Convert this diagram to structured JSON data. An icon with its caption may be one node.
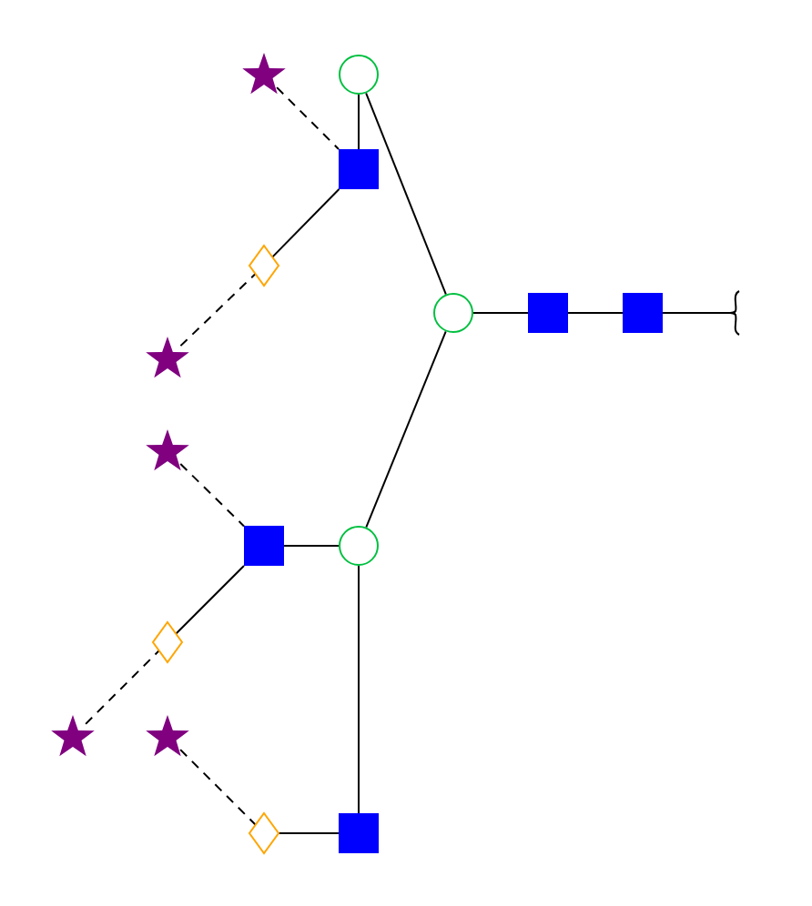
{
  "diagram": {
    "nodes": [
      {
        "text": [],
        "shape": "star"
      },
      {
        "text": [],
        "shape": "circle"
      },
      {
        "text": [],
        "shape": "square"
      },
      {
        "text": [],
        "shape": "diamond"
      },
      {
        "text": [],
        "shape": "circle"
      },
      {
        "text": [],
        "shape": "square"
      },
      {
        "text": [],
        "shape": "square"
      },
      {
        "text": [],
        "shape": "squiggle"
      },
      {
        "text": [],
        "shape": "star"
      },
      {
        "text": [],
        "shape": "star"
      },
      {
        "text": [],
        "shape": "square"
      },
      {
        "text": [],
        "shape": "circle"
      },
      {
        "text": [],
        "shape": "diamond"
      },
      {
        "text": [],
        "shape": "star"
      },
      {
        "text": [],
        "shape": "star"
      },
      {
        "text": [],
        "shape": "diamond"
      },
      {
        "text": [],
        "shape": "square"
      }
    ],
    "edges": [
      {
        "from": 0,
        "to": 2,
        "arrow": "none",
        "style": "dashed"
      },
      {
        "from": 1,
        "to": 2,
        "arrow": "none"
      },
      {
        "from": 1,
        "to": 4,
        "arrow": "none"
      },
      {
        "from": 3,
        "to": 2,
        "arrow": "none"
      },
      {
        "from": 8,
        "to": 3,
        "arrow": "none",
        "style": "dashed"
      },
      {
        "from": 4,
        "to": 5,
        "arrow": "none"
      },
      {
        "from": 5,
        "to": 6,
        "arrow": "none"
      },
      {
        "from": 6,
        "to": 7,
        "arrow": "none"
      },
      {
        "from": 9,
        "to": 10,
        "arrow": "none",
        "style": "dashed"
      },
      {
        "from": 10,
        "to": 11,
        "arrow": "none"
      },
      {
        "from": 11,
        "to": 4,
        "arrow": "none"
      },
      {
        "from": 12,
        "to": 10,
        "arrow": "none"
      },
      {
        "from": 13,
        "to": 12,
        "arrow": "none",
        "style": "dashed"
      },
      {
        "from": 11,
        "to": 16,
        "arrow": "none"
      },
      {
        "from": 14,
        "to": 15,
        "arrow": "none",
        "style": "dashed"
      },
      {
        "from": 15,
        "to": 16,
        "arrow": "none"
      }
    ]
  }
}
